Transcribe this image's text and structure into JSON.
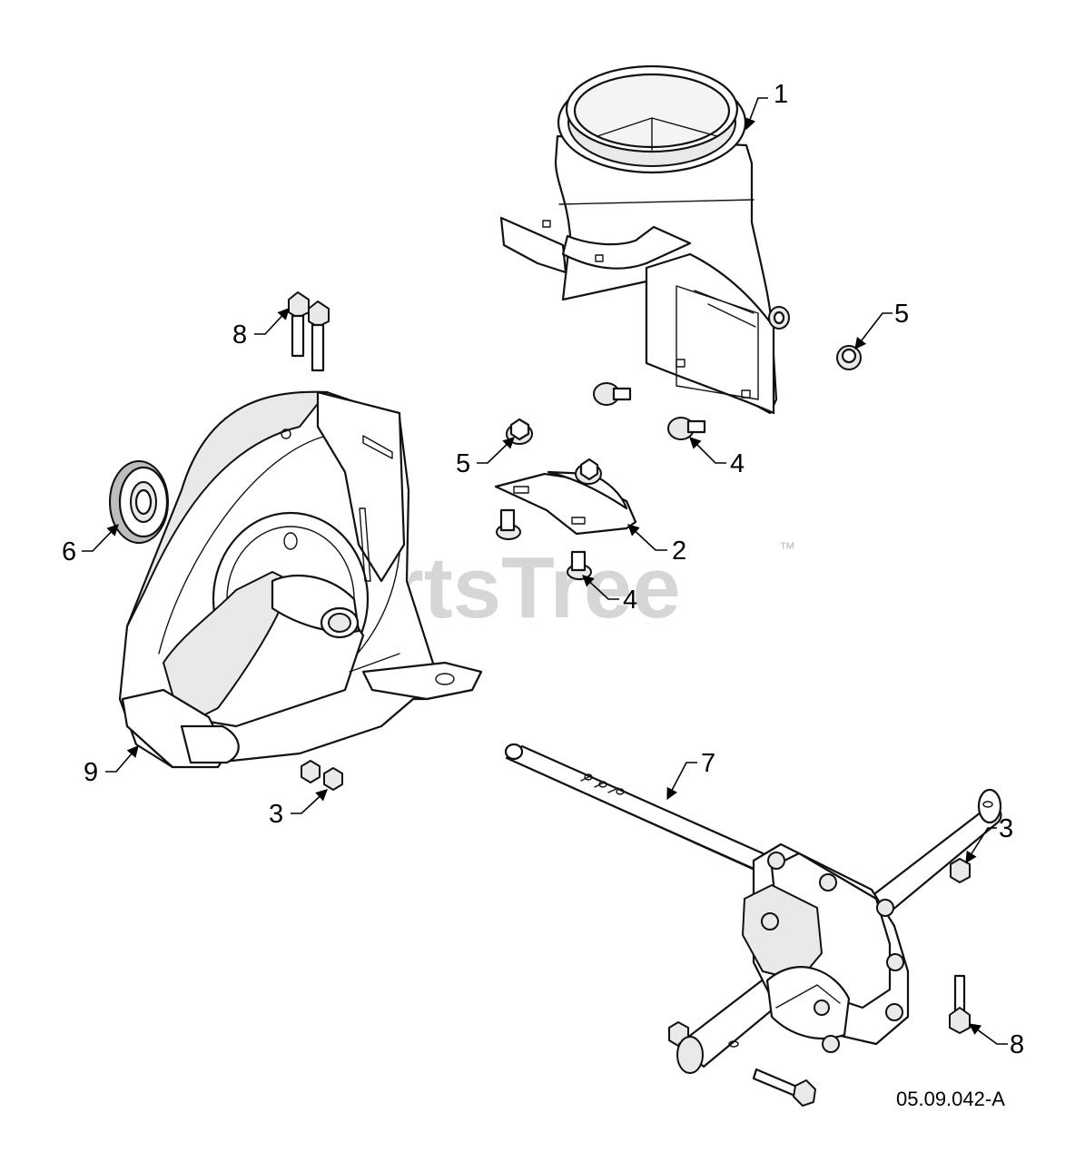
{
  "diagram": {
    "reference_code": "05.09.042-A",
    "watermark": "PartsTree",
    "trademark": "™",
    "callouts": {
      "c1": "1",
      "c2": "2",
      "c3a": "3",
      "c3b": "3",
      "c4a": "4",
      "c4b": "4",
      "c5a": "5",
      "c5b": "5",
      "c6": "6",
      "c7": "7",
      "c8a": "8",
      "c8b": "8",
      "c9": "9"
    }
  }
}
